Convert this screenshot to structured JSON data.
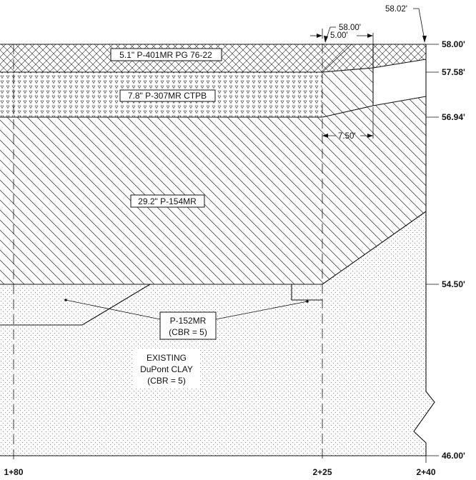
{
  "layers": {
    "hma_surface": "5.1\" P-401MR PG 76-22",
    "ctpb_base": "7.8\" P-307MR CTPB",
    "subbase": "29.2\" P-154MR",
    "subgrade_line1": "P-152MR",
    "subgrade_line2": "(CBR = 5)",
    "existing_line1": "EXISTING",
    "existing_line2": "DuPont CLAY",
    "existing_line3": "(CBR = 5)"
  },
  "elevations": [
    "58.00'",
    "57.58'",
    "56.94'",
    "54.50'",
    "46.00'"
  ],
  "stations": [
    "1+80",
    "2+25",
    "2+40"
  ],
  "dimensions": {
    "top_elev": "58.02'",
    "shoulder_elev": "58.00'",
    "offset_top": "5.00'",
    "offset_base": "7.50'"
  }
}
